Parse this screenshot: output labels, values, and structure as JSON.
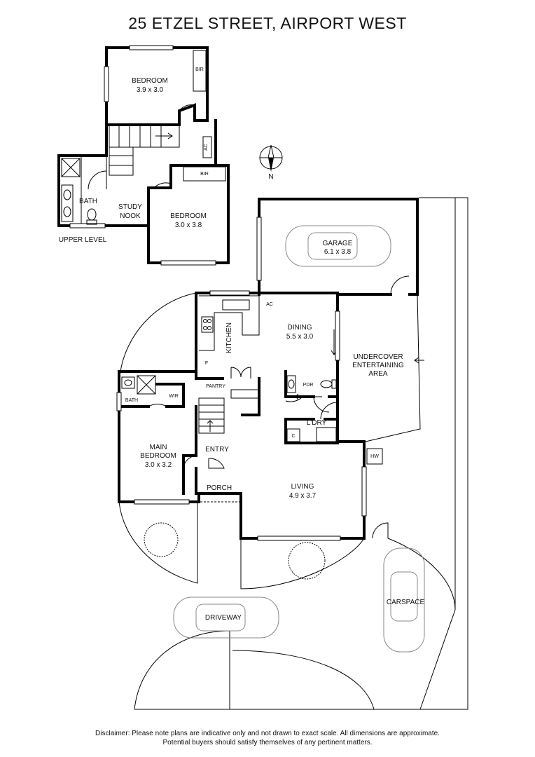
{
  "title": "25 ETZEL STREET, AIRPORT WEST",
  "levels": {
    "upper": "UPPER LEVEL"
  },
  "rooms": {
    "bedroom_upper_1": {
      "name": "BEDROOM",
      "size": "3.9 x 3.0"
    },
    "bedroom_upper_2": {
      "name": "BEDROOM",
      "size": "3.0 x 3.8"
    },
    "bath_upper": {
      "name": "BATH"
    },
    "study_nook": {
      "name_line1": "STUDY",
      "name_line2": "NOOK"
    },
    "garage": {
      "name": "GARAGE",
      "size": "6.1 x 3.8"
    },
    "dining": {
      "name": "DINING",
      "size": "5.5 x 3.0"
    },
    "kitchen": {
      "name": "KITCHEN"
    },
    "undercover": {
      "line1": "UNDERCOVER",
      "line2": "ENTERTAINING",
      "line3": "AREA"
    },
    "pantry": {
      "name": "PANTRY"
    },
    "pdr": {
      "name": "PDR"
    },
    "laundry": {
      "name": "L'DRY"
    },
    "main_bedroom": {
      "name_line1": "MAIN",
      "name_line2": "BEDROOM",
      "size": "3.0 x 3.2"
    },
    "bath_main": {
      "name": "BATH"
    },
    "wir": {
      "name": "WIR"
    },
    "entry": {
      "name": "ENTRY"
    },
    "porch": {
      "name": "PORCH"
    },
    "living": {
      "name": "LIVING",
      "size": "4.9 x 3.7"
    },
    "carspace": {
      "name": "CARSPACE"
    },
    "driveway": {
      "name": "DRIVEWAY"
    }
  },
  "fixtures": {
    "bir_upper_1": "BIR",
    "bir_upper_2": "BIR",
    "ac_upper": "AC",
    "ac_ground": "AC",
    "fridge": "F",
    "hot_water": "HW",
    "cupboard": "C"
  },
  "compass": {
    "north_label": "N"
  },
  "disclaimer": {
    "line1": "Disclaimer: Please note plans are indicative only and not drawn to exact scale. All dimensions are approximate.",
    "line2": "Potential buyers should satisfy themselves of any pertinent matters."
  }
}
